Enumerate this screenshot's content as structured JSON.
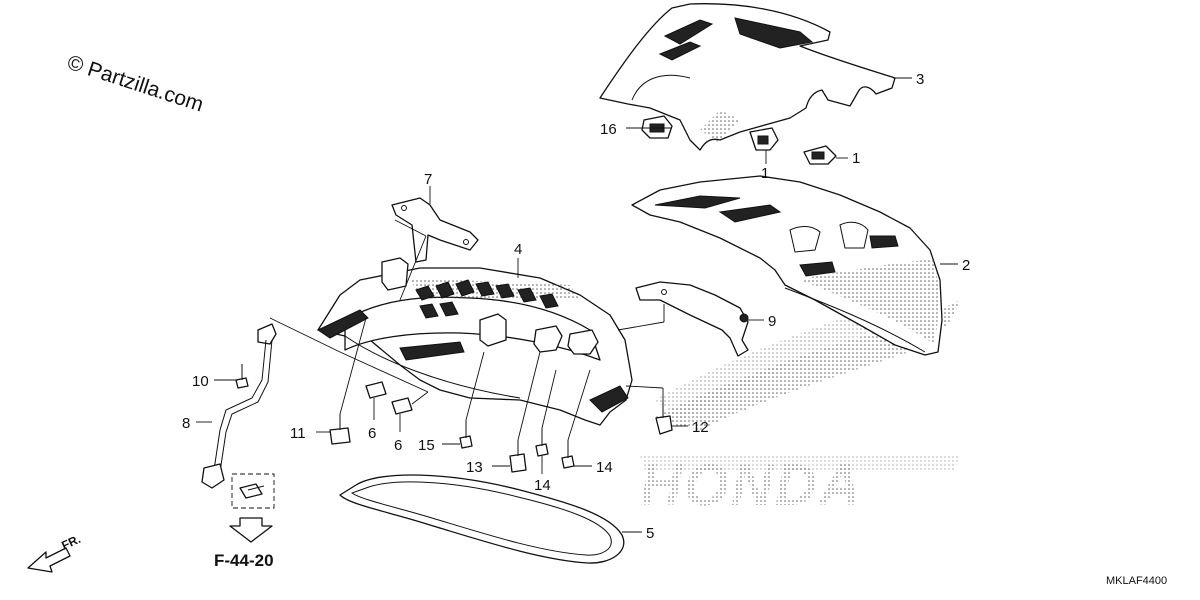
{
  "watermark": "© Partzilla.com",
  "brand_watermark": "HONDA",
  "diagram_code": "MKLAF4400",
  "cross_reference": "F-44-20",
  "front_indicator": "FR.",
  "callouts": {
    "c1a": "1",
    "c1b": "1",
    "c2": "2",
    "c3": "3",
    "c4": "4",
    "c5": "5",
    "c6a": "6",
    "c6b": "6",
    "c7": "7",
    "c8": "8",
    "c9": "9",
    "c10": "10",
    "c11": "11",
    "c12": "12",
    "c13": "13",
    "c14a": "14",
    "c14b": "14",
    "c15": "15",
    "c16": "16"
  }
}
